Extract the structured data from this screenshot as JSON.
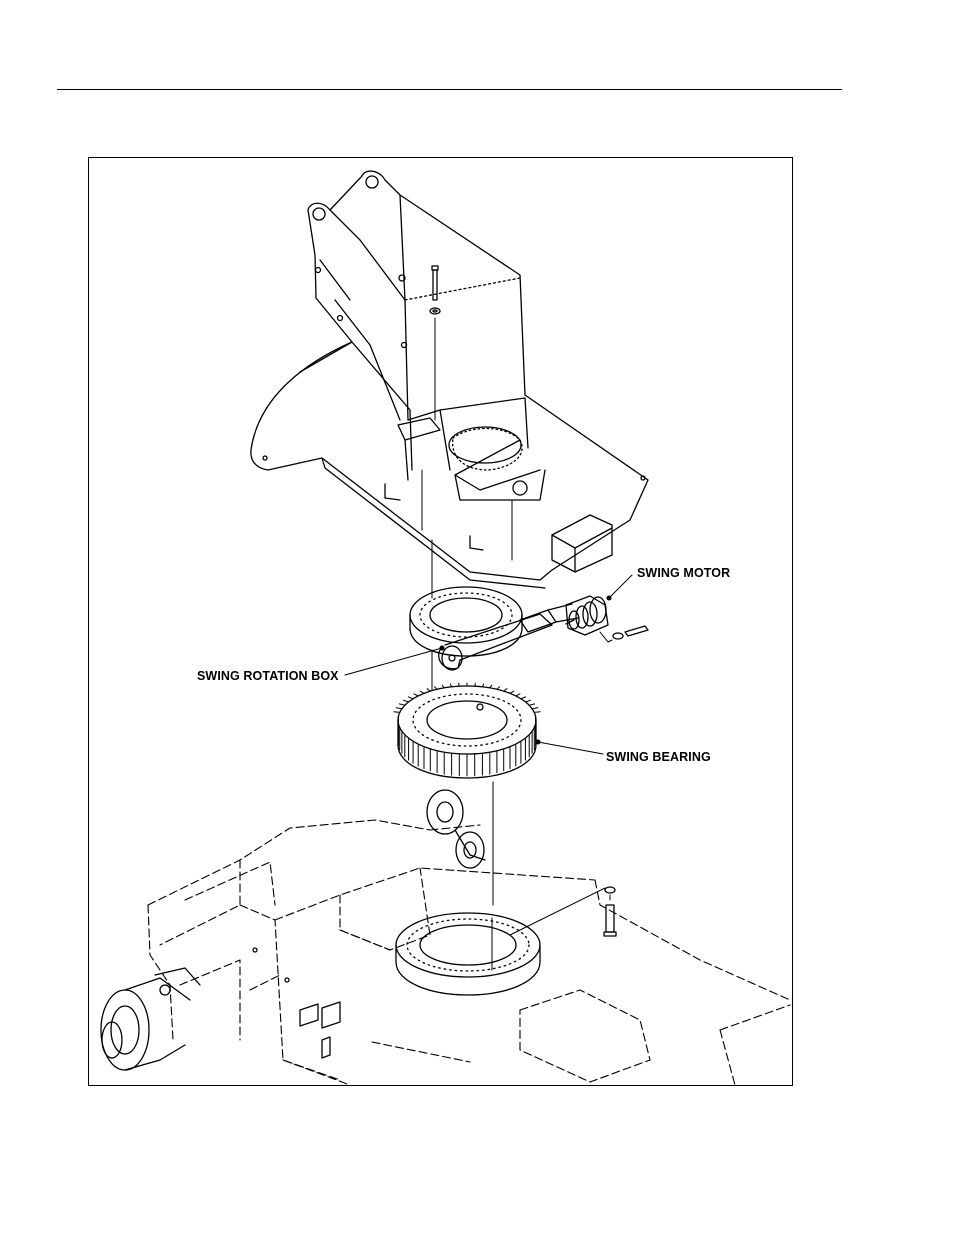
{
  "figure": {
    "callouts": {
      "swing_motor": "SWING MOTOR",
      "swing_rotation_box": "SWING ROTATION BOX",
      "swing_bearing": "SWING BEARING"
    }
  }
}
